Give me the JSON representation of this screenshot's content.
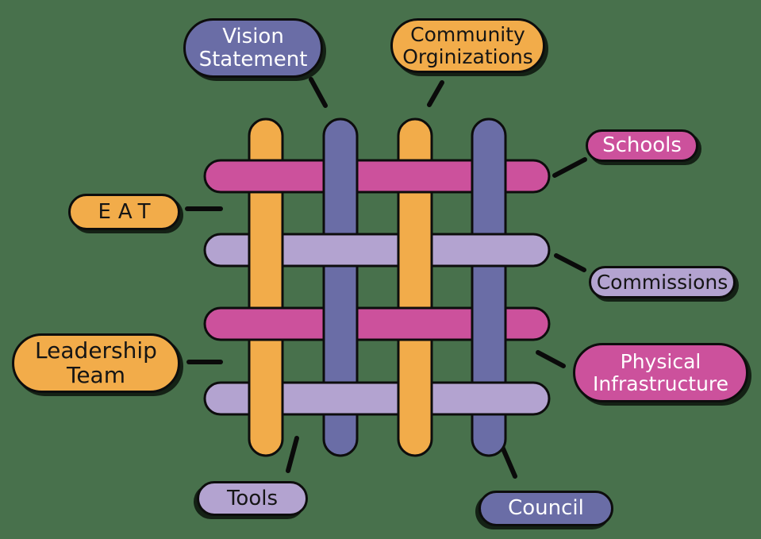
{
  "colors": {
    "background": "#48714C",
    "orange": "#F2AC4A",
    "magenta": "#CC519C",
    "purple": "#6A6DA6",
    "lavender": "#B3A3D0",
    "outline": "#0D0D0D",
    "connector": "#0A0A0A",
    "text_light": "#FFFFFF",
    "text_dark": "#151515"
  },
  "pills": {
    "vision_statement": {
      "label": "Vision Statement",
      "lines": [
        "Vision",
        "Statement"
      ],
      "color": "purple",
      "text": "light"
    },
    "community_organizations": {
      "label": "Community Orginizations",
      "lines": [
        "Community",
        "Orginizations"
      ],
      "color": "orange",
      "text": "dark"
    },
    "schools": {
      "label": "Schools",
      "lines": [
        "Schools"
      ],
      "color": "magenta",
      "text": "light"
    },
    "eat": {
      "label": "EAT",
      "lines": [
        "EAT"
      ],
      "color": "orange",
      "text": "dark"
    },
    "commissions": {
      "label": "Commissions",
      "lines": [
        "Commissions"
      ],
      "color": "lavender",
      "text": "dark"
    },
    "leadership_team": {
      "label": "Leadership Team",
      "lines": [
        "Leadership",
        "Team"
      ],
      "color": "orange",
      "text": "dark"
    },
    "physical_infrastructure": {
      "label": "Physical Infrastructure",
      "lines": [
        "Physical",
        "Infrastructure"
      ],
      "color": "magenta",
      "text": "light"
    },
    "tools": {
      "label": "Tools",
      "lines": [
        "Tools"
      ],
      "color": "lavender",
      "text": "dark"
    },
    "council": {
      "label": "Council",
      "lines": [
        "Council"
      ],
      "color": "purple",
      "text": "light"
    }
  },
  "weave": {
    "vertical_threads": [
      "orange",
      "purple",
      "orange",
      "purple"
    ],
    "horizontal_threads": [
      "magenta",
      "lavender",
      "magenta",
      "lavender"
    ]
  }
}
